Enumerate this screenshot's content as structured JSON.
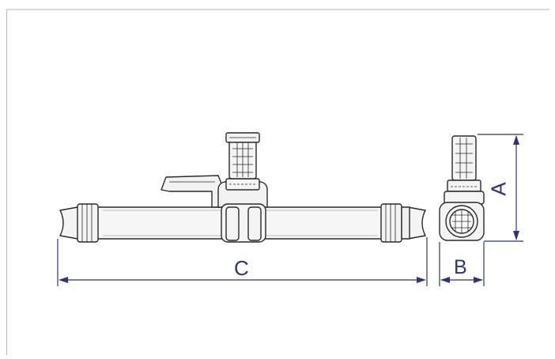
{
  "dimensions": {
    "a_label": "A",
    "b_label": "B",
    "c_label": "C"
  },
  "colors": {
    "dimension_line": "#2f3476",
    "outline": "#2a2a2a",
    "body_fill": "#f4f4f4",
    "border": "#b8b8b8"
  }
}
